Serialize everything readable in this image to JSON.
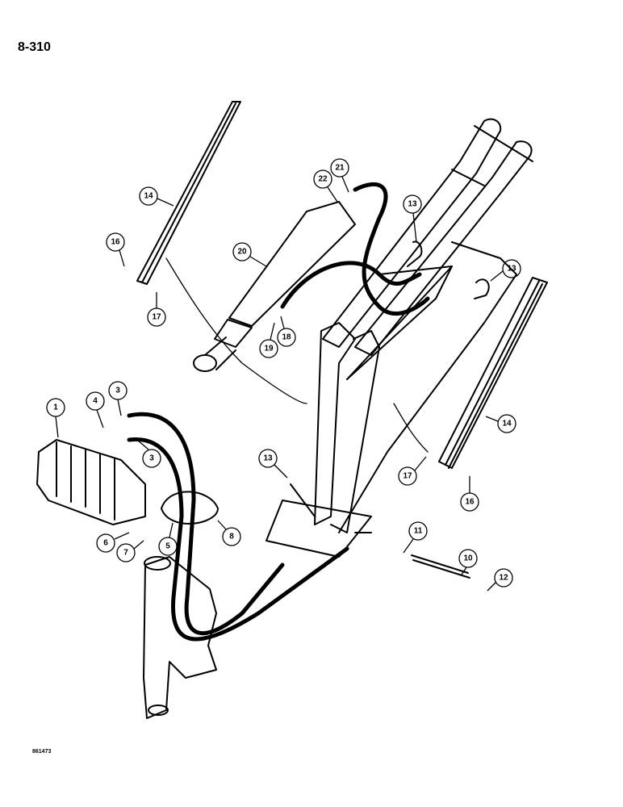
{
  "page_number": "8-310",
  "figure_id": "861473",
  "callouts": [
    "1",
    "3",
    "3",
    "4",
    "5",
    "6",
    "7",
    "8",
    "10",
    "11",
    "12",
    "13",
    "13",
    "13",
    "14",
    "14",
    "16",
    "16",
    "17",
    "17",
    "18",
    "19",
    "20",
    "21",
    "22"
  ]
}
